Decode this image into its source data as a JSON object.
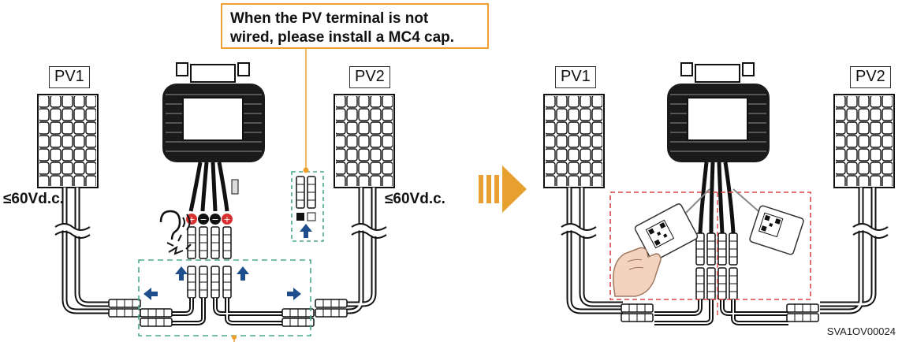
{
  "callout": {
    "line1": "When the PV terminal is not",
    "line2": "wired, please install a MC4 cap."
  },
  "left_panel": {
    "pv1_label": "PV1",
    "pv2_label": "PV2",
    "pv1_voltage": "≤60Vd.c.",
    "pv2_voltage": "≤60Vd.c."
  },
  "right_panel": {
    "pv1_label": "PV1",
    "pv2_label": "PV2"
  },
  "figure_code": "SVA1OV00024",
  "colors": {
    "callout_border": "#f0a030",
    "arrow_blue": "#1f4e8c",
    "dashed_green": "#4aaa88",
    "dashed_red": "#d64545",
    "transition_arrow": "#e8a030",
    "cable": "#222222",
    "positive_red": "#d63030"
  },
  "icons": [
    "solar-panel-icon",
    "inverter-icon",
    "ear-icon",
    "spark-icon",
    "mc4-connector-icon",
    "hand-icon",
    "qr-tag-icon",
    "arrow-right-icon"
  ]
}
